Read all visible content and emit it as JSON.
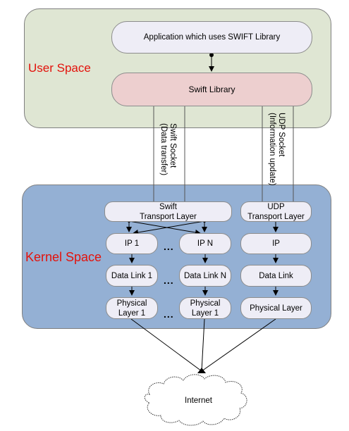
{
  "regions": {
    "user_space": "User Space",
    "kernel_space": "Kernel Space"
  },
  "user": {
    "app": "Application which uses SWIFT Library",
    "library": "Swift Library"
  },
  "sockets": {
    "swift_line1": "Swift Socket",
    "swift_line2": "(Data transfer)",
    "udp_line1": "UDP Socket",
    "udp_line2": "(Information update)"
  },
  "kernel": {
    "swift_transport_line1": "Swift",
    "swift_transport_line2": "Transport Layer",
    "udp_transport_line1": "UDP",
    "udp_transport_line2": "Transport Layer",
    "ip1": "IP 1",
    "ipn": "IP N",
    "ip": "IP",
    "dl1": "Data Link 1",
    "dln": "Data Link N",
    "dl": "Data Link",
    "phys1_line1": "Physical",
    "phys1_line2": "Layer 1",
    "phys2_line1": "Physical",
    "phys2_line2": "Layer 1",
    "phys": "Physical Layer",
    "ellipsis": "..."
  },
  "internet": "Internet",
  "colors": {
    "user_space_fill": "#dfe6d3",
    "kernel_space_fill": "#94b0d4",
    "library_fill": "#edcfcf",
    "box_fill": "#eeedf6",
    "label_red": "#e3120b"
  }
}
